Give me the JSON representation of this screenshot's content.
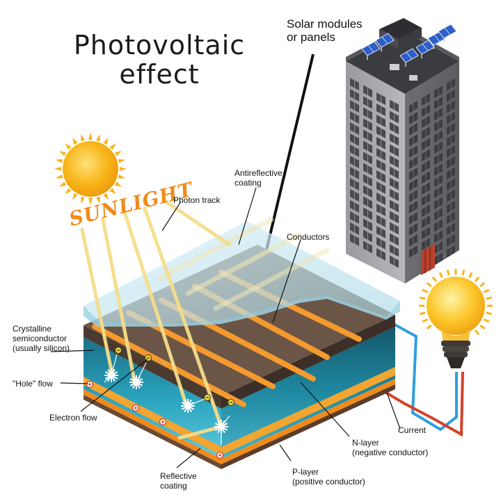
{
  "title": {
    "line1": "Photovoltaic",
    "line2": "effect"
  },
  "sunlight_text": "SUNLIGHT",
  "labels": {
    "solar_modules_1": "Solar modules",
    "solar_modules_2": "or panels",
    "antireflective_1": "Antireflective",
    "antireflective_2": "coating",
    "photon_track": "Photon track",
    "conductors": "Conductors",
    "crystalline_1": "Crystalline",
    "crystalline_2": "semiconductor",
    "crystalline_3": "(usually silicon)",
    "hole_flow": "\"Hole\" flow",
    "electron_flow": "Electron flow",
    "reflective_1": "Reflective",
    "reflective_2": "coating",
    "current": "Current",
    "n_layer_1": "N-layer",
    "n_layer_2": "(negative conductor)",
    "p_layer_1": "P-layer",
    "p_layer_2": "(positive conductor)"
  },
  "colors": {
    "sun": "#f7b417",
    "ray": "#f6dd8a",
    "sunlight": "#f08a1c",
    "glass": "#bfe4ef",
    "top_brown": "#6b5546",
    "conductor": "#f59a2e",
    "n_layer": "#2aa3be",
    "p_layer": "#f2a531",
    "building": "#8a8b8e",
    "wire_blue": "#2e9fdb",
    "wire_red": "#d4412a"
  }
}
